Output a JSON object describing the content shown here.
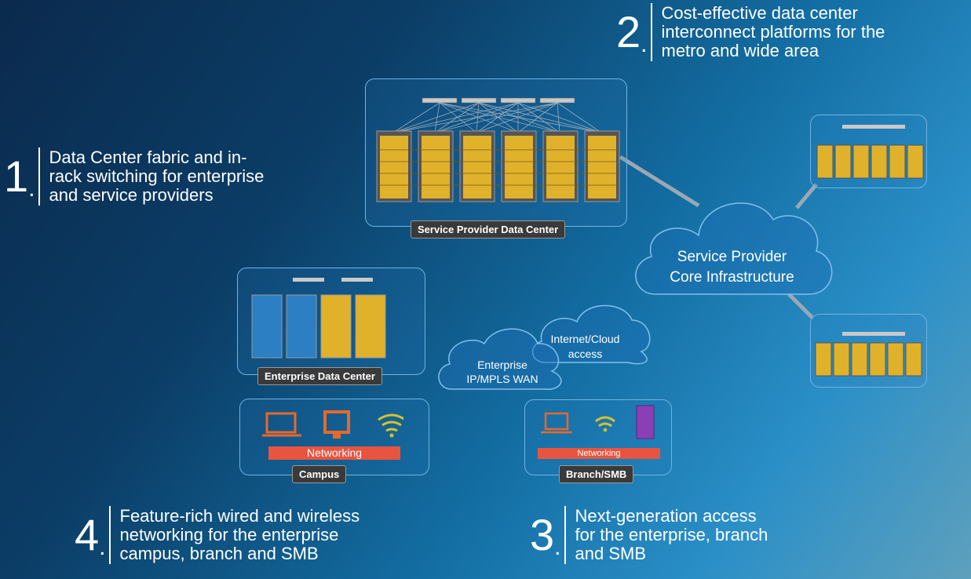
{
  "callouts": {
    "c1": {
      "number": "1",
      "text": "Data Center fabric and in-\nrack switching for enterprise\nand service providers"
    },
    "c2": {
      "number": "2",
      "text": "Cost-effective data center\ninterconnect platforms for the\nmetro and wide area"
    },
    "c3": {
      "number": "3",
      "text": "Next-generation access\nfor the enterprise, branch\nand SMB"
    },
    "c4": {
      "number": "4",
      "text": "Feature-rich wired and wireless\nnetworking for the enterprise\ncampus, branch and SMB"
    }
  },
  "labels": {
    "sp_dc": "Service Provider Data Center",
    "ent_dc": "Enterprise Data Center",
    "campus": "Campus",
    "branch": "Branch/SMB"
  },
  "networking": {
    "campus": "Networking",
    "branch": "Networking"
  },
  "clouds": {
    "sp_core": "Service Provider\nCore Infrastructure",
    "internet": "Internet/Cloud\naccess",
    "enterprise_wan": "Enterprise\nIP/MPLS WAN"
  },
  "colors": {
    "rack_gold": "#e0b22c",
    "rack_blue": "#2c7fc2",
    "networking_bar": "#e8543f",
    "device_orange": "#e8682a",
    "wifi_yellow": "#d7c22a",
    "server_purple": "#8a3fb5"
  }
}
